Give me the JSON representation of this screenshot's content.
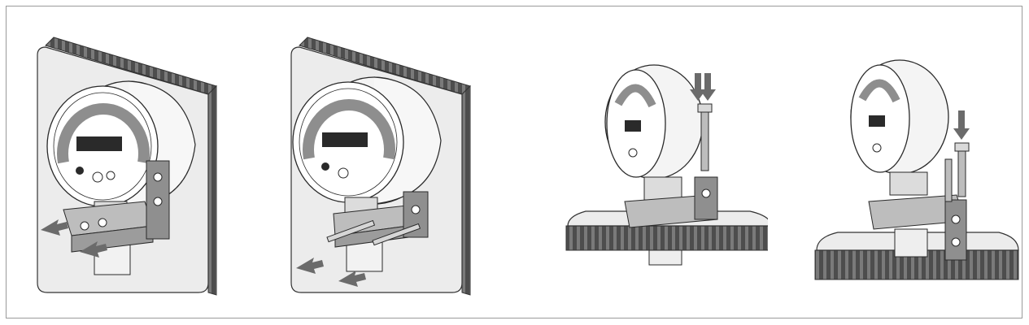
{
  "figure": {
    "panels": [
      {
        "id": "step-1",
        "mount": "wall",
        "fasteners": "bracket-arrows"
      },
      {
        "id": "step-2",
        "mount": "wall",
        "fasteners": "bolts-horizontal"
      },
      {
        "id": "step-3",
        "mount": "surface",
        "fasteners": "bolt-vertical"
      },
      {
        "id": "step-4",
        "mount": "surface",
        "fasteners": "bolts-vertical-double"
      }
    ],
    "colors": {
      "line": "#2a2a2a",
      "panel": "#ededed",
      "edge": "#6f6f6f",
      "arrow": "#6b6b6b",
      "dial_band": "#8e8e8e",
      "metal": "#bdbdbd"
    },
    "icons": [
      "gauge-icon",
      "mounting-bracket-icon",
      "bolt-icon",
      "arrow-icon"
    ]
  }
}
